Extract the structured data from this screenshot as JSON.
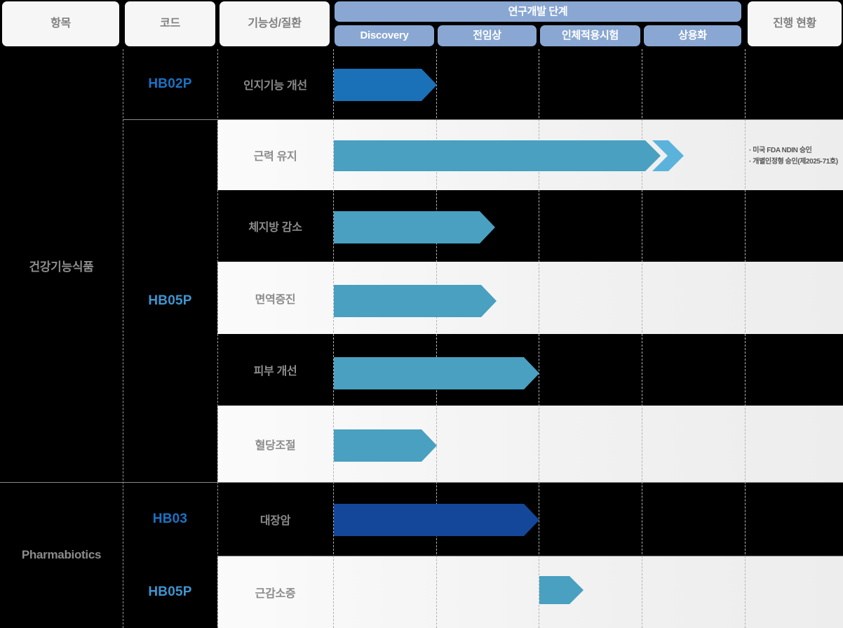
{
  "header": {
    "col_item": "항목",
    "col_code": "코드",
    "col_function": "기능성/질환",
    "stage_group": "연구개발 단계",
    "col_status": "진행 현황",
    "stages": [
      {
        "label": "Discovery"
      },
      {
        "label": "전임상"
      },
      {
        "label": "인체적용시험"
      },
      {
        "label": "상용화"
      }
    ]
  },
  "categories": [
    {
      "label": "건강기능식품"
    },
    {
      "label": "Pharmabiotics"
    }
  ],
  "codes": [
    {
      "label": "HB02P"
    },
    {
      "label": "HB05P"
    },
    {
      "label": "HB03"
    },
    {
      "label": "HB05P"
    }
  ],
  "rows": [
    {
      "function": "인지기능 개선",
      "code": "HB02P",
      "category": "건강기능식품",
      "progress": "",
      "bar_color": "#1a71b8",
      "bar_start_pct": 0,
      "bar_end_pct": 25
    },
    {
      "function": "근력 유지",
      "code": "HB05P",
      "category": "건강기능식품",
      "progress_lines": [
        "· 미국 FDA NDIN 승인",
        "· 개별인정형 승인(제2025-71호)"
      ],
      "bar_color": "#49a0c0",
      "bar_color_2": "#5bb3dc",
      "bar_start_pct": 0,
      "bar_end_pct": 75,
      "bar2_start_pct": 75,
      "bar2_end_pct": 84
    },
    {
      "function": "체지방 감소",
      "code": "HB05P",
      "category": "건강기능식품",
      "progress": "",
      "bar_color": "#49a0c0",
      "bar_start_pct": 0,
      "bar_end_pct": 39
    },
    {
      "function": "면역증진",
      "code": "HB05P",
      "category": "건강기능식품",
      "progress": "",
      "bar_color": "#49a0c0",
      "bar_start_pct": 0,
      "bar_end_pct": 39.5
    },
    {
      "function": "피부 개선",
      "code": "HB05P",
      "category": "건강기능식품",
      "progress": "",
      "bar_color": "#49a0c0",
      "bar_start_pct": 0,
      "bar_end_pct": 50
    },
    {
      "function": "혈당조절",
      "code": "HB05P",
      "category": "건강기능식품",
      "progress": "",
      "bar_color": "#49a0c0",
      "bar_start_pct": 0,
      "bar_end_pct": 25
    },
    {
      "function": "대장암",
      "code": "HB03",
      "category": "Pharmabiotics",
      "progress": "",
      "bar_color": "#14479a",
      "bar_start_pct": 0,
      "bar_end_pct": 50
    },
    {
      "function": "근감소증",
      "code": "HB05P",
      "category": "Pharmabiotics",
      "progress": "",
      "bar_color": "#49a0c0",
      "bar_start_pct": 50,
      "bar_end_pct": 60
    }
  ],
  "colors": {
    "stage_chip": "#89a7d2",
    "header_light": "#f6f6f6",
    "code_dark": "#1a72c4",
    "code_light": "#3f95cf",
    "bar_teal": "#49a0c0",
    "bar_light_blue": "#5bb3dc",
    "bar_blue": "#1a71b8",
    "bar_navy": "#14479a"
  }
}
